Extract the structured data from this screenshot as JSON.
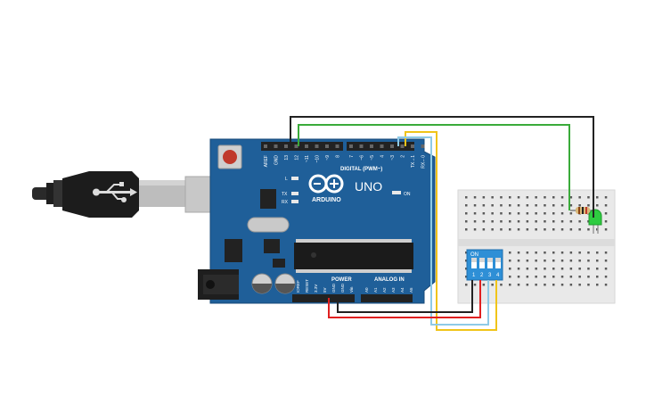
{
  "board": {
    "brand": "ARDUINO",
    "model": "UNO",
    "header_top_left": [
      "AREF",
      "GND",
      "13",
      "12",
      "~11",
      "~10",
      "~9",
      "8"
    ],
    "header_top_right": [
      "7",
      "~6",
      "~5",
      "4",
      "~3",
      "2",
      "TX→1",
      "RX←0"
    ],
    "digital_label": "DIGITAL (PWM~)",
    "power_label": "POWER",
    "analog_label": "ANALOG IN",
    "power_pins": [
      "IOREF",
      "RESET",
      "3.3V",
      "5V",
      "GND",
      "GND",
      "Vin"
    ],
    "analog_pins": [
      "A0",
      "A1",
      "A2",
      "A3",
      "A4",
      "A5"
    ],
    "led_l": "L",
    "led_tx": "TX",
    "led_rx": "RX",
    "led_on": "ON"
  },
  "dip_switch": {
    "on_label": "ON",
    "numbers": [
      "1",
      "2",
      "3",
      "4"
    ]
  },
  "colors": {
    "board": "#1f5f99",
    "board_dark": "#174a78",
    "wire_black": "#222222",
    "wire_green": "#3aab3a",
    "wire_red": "#e02020",
    "wire_yellow": "#f0c419",
    "wire_lightblue": "#8ecae6",
    "dip_body": "#2e8fd6",
    "led_green": "#2ecc40",
    "breadboard": "#e9e9e9"
  }
}
